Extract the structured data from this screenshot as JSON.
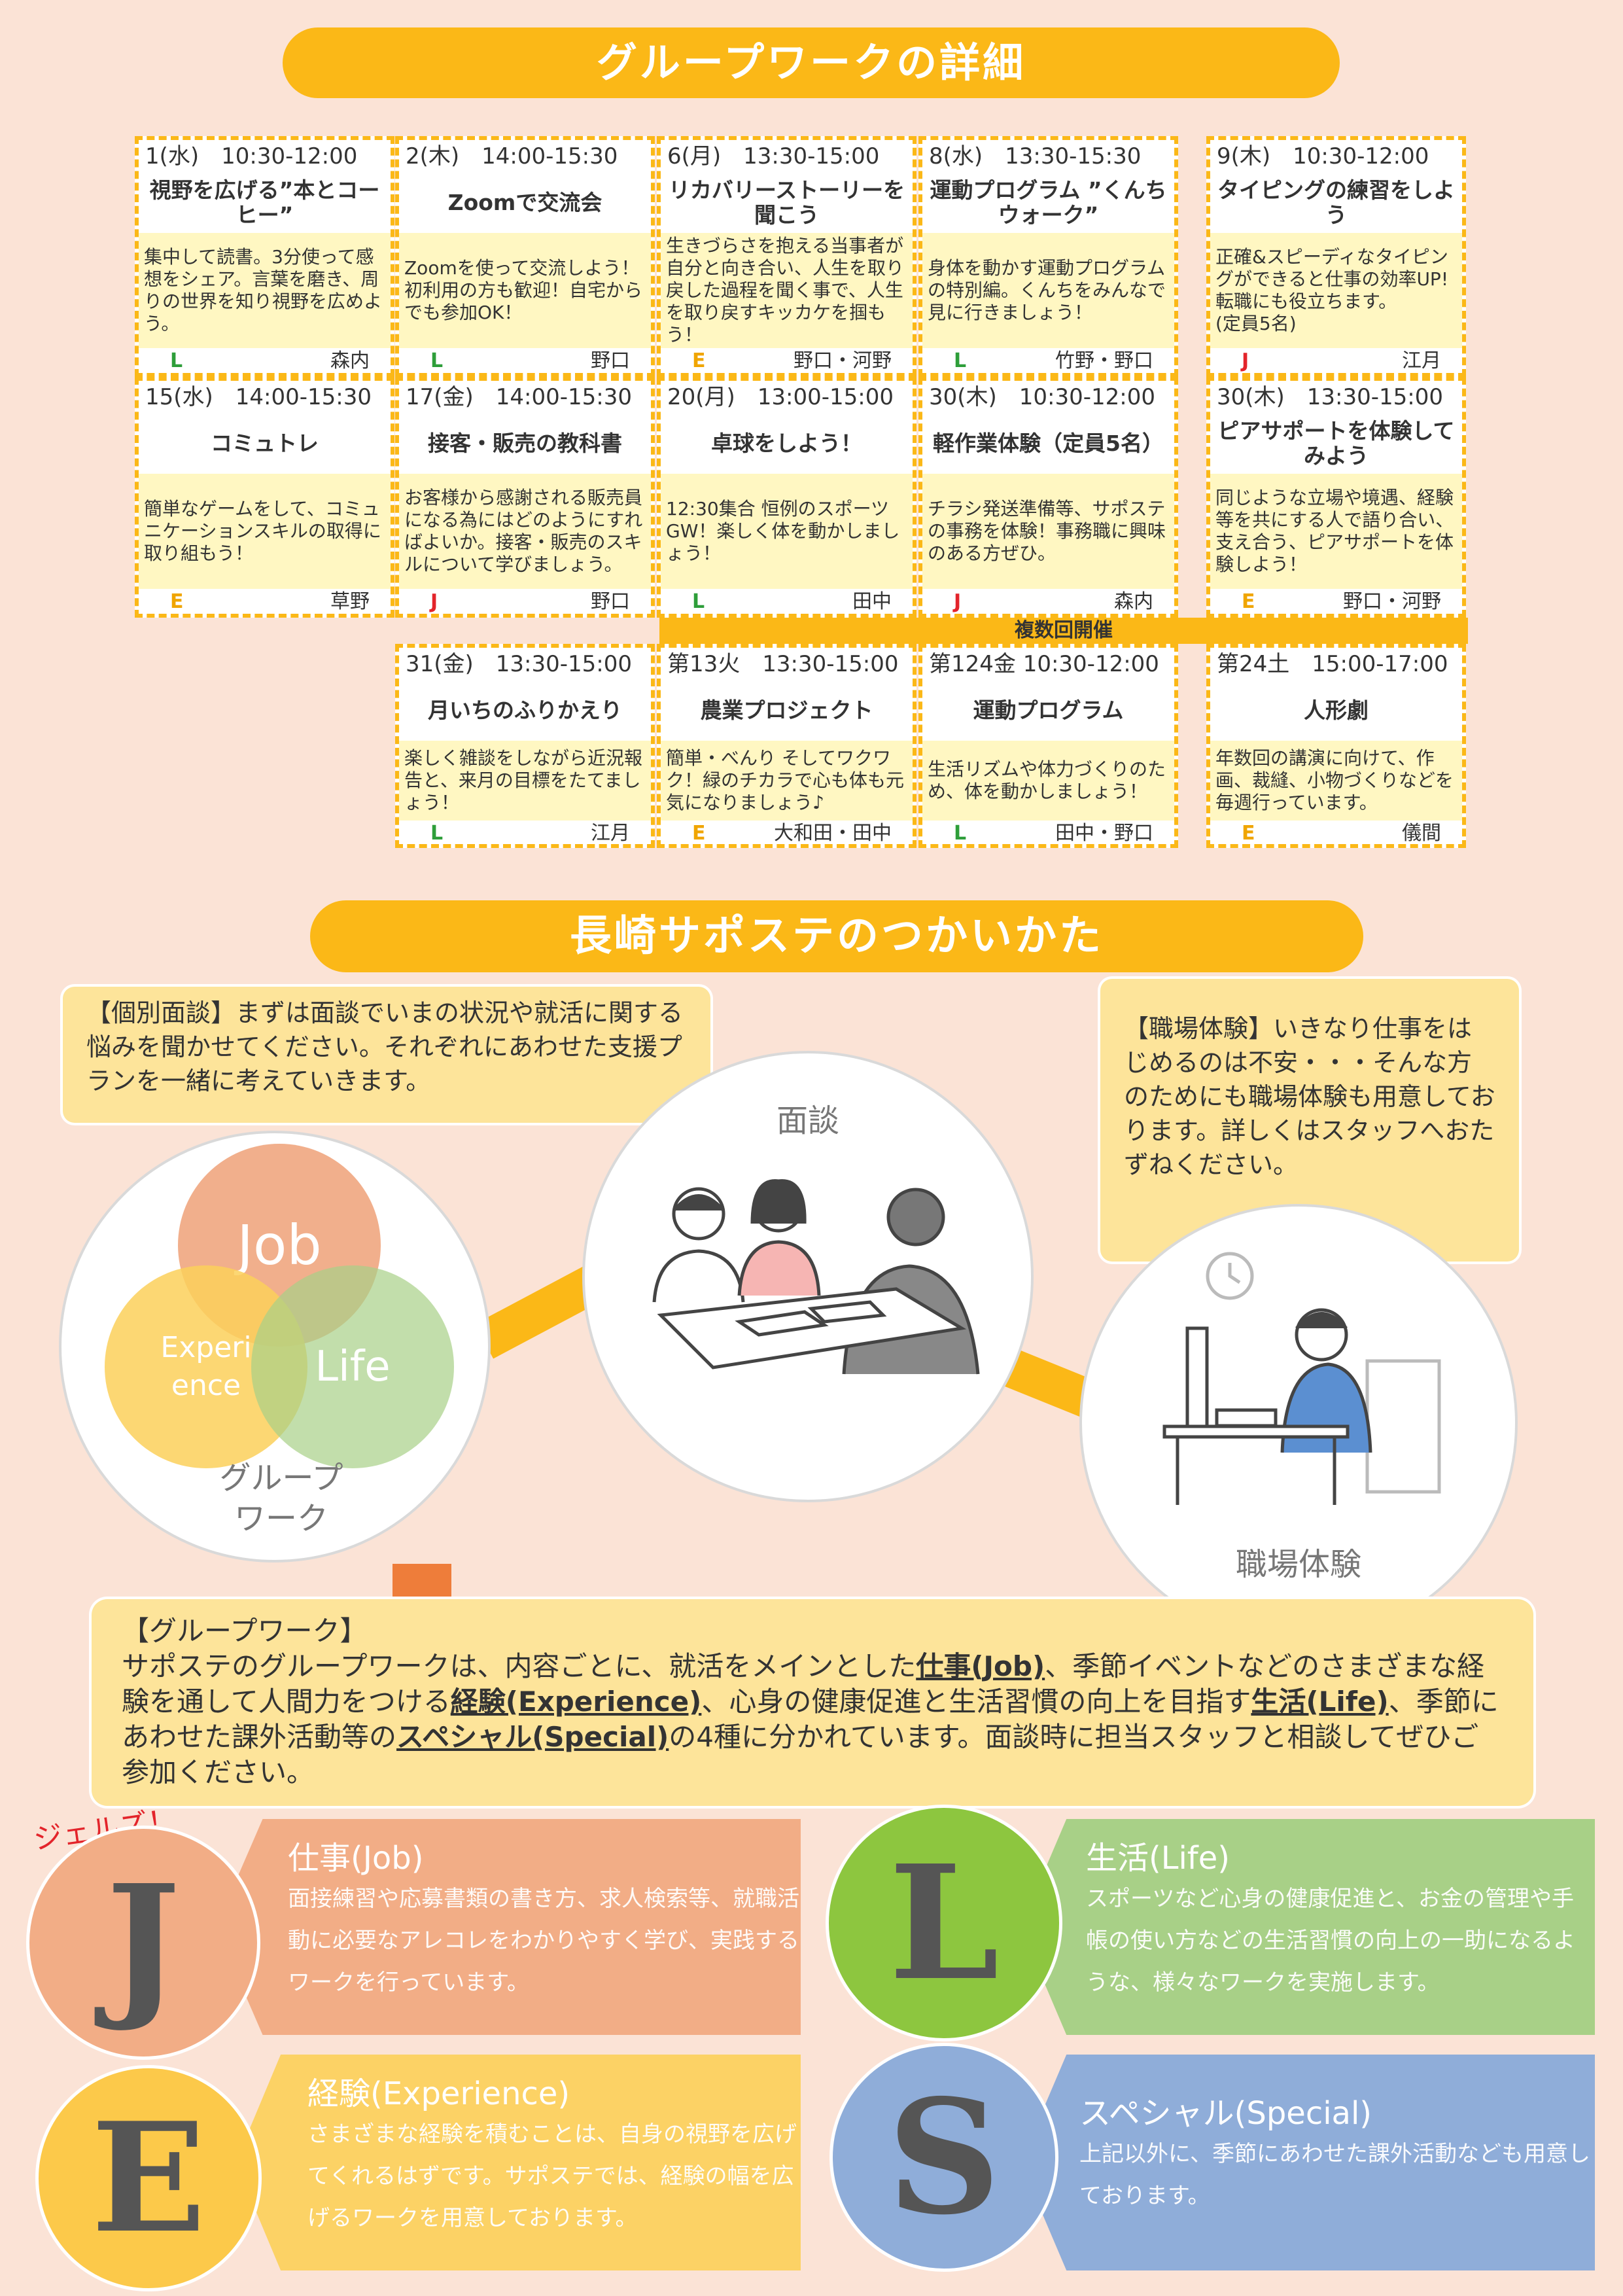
{
  "sections": {
    "schedule_title": "グループワークの詳細",
    "howto_title": "長崎サポステのつかいかた"
  },
  "schedule": [
    {
      "date": "1(水)　10:30-12:00",
      "title": "視野を広げる”本とコーヒー”",
      "desc": "集中して読書。3分使って感想をシェア。言葉を磨き、周りの世界を知り視野を広めよう。",
      "cat": "L",
      "staff": "森内"
    },
    {
      "date": "2(木)　14:00-15:30",
      "title": "Zoomで交流会",
      "desc": "Zoomを使って交流しよう！初利用の方も歓迎！自宅からでも参加OK！",
      "cat": "L",
      "staff": "野口"
    },
    {
      "date": "6(月)　13:30-15:00",
      "title": "リカバリーストーリーを聞こう",
      "desc": "生きづらさを抱える当事者が自分と向き合い、人生を取り戻した過程を聞く事で、人生を取り戻すキッカケを掴もう！",
      "cat": "E",
      "staff": "野口・河野"
    },
    {
      "date": "8(水)　13:30-15:30",
      "title": "運動プログラム ”くんちウォーク”",
      "desc": "身体を動かす運動プログラムの特別編。くんちをみんなで見に行きましょう！",
      "cat": "L",
      "staff": "竹野・野口"
    },
    {
      "date": "9(木)　10:30-12:00",
      "title": "タイピングの練習をしよう",
      "desc": "正確&スピーディなタイピングができると仕事の効率UP!転職にも役立ちます。",
      "extra": "(定員5名)",
      "cat": "J",
      "staff": "江月"
    },
    {
      "date": "15(水)　14:00-15:30",
      "title": "コミュトレ",
      "desc": "簡単なゲームをして、コミュニケーションスキルの取得に取り組もう！",
      "cat": "E",
      "staff": "草野"
    },
    {
      "date": "17(金)　14:00-15:30",
      "title": "接客・販売の教科書",
      "desc": "お客様から感謝される販売員になる為にはどのようにすればよいか。接客・販売のスキルについて学びましょう。",
      "cat": "J",
      "staff": "野口"
    },
    {
      "date": "20(月)　13:00-15:00",
      "title": "卓球をしよう！",
      "desc": "12:30集合 恒例のスポーツGW！楽しく体を動かしましょう！",
      "cat": "L",
      "staff": "田中"
    },
    {
      "date": "30(木)　10:30-12:00",
      "title": "軽作業体験（定員5名）",
      "desc": "チラシ発送準備等、サポステの事務を体験！事務職に興味のある方ぜひ。",
      "cat": "J",
      "staff": "森内"
    },
    {
      "date": "30(木)　13:30-15:00",
      "title": "ピアサポートを体験してみよう",
      "desc": "同じような立場や境遇、経験等を共にする人で語り合い、支え合う、ピアサポートを体験しよう！",
      "cat": "E",
      "staff": "野口・河野"
    },
    {
      "date": "31(金)　13:30-15:00",
      "title": "月いちのふりかえり",
      "desc": "楽しく雑談をしながら近況報告と、来月の目標をたてましょう！",
      "cat": "L",
      "staff": "江月"
    },
    {
      "date": "第13火　13:30-15:00",
      "title": "農業プロジェクト",
      "desc": "簡単・べんり そしてワクワク！緑のチカラで心も体も元気になりましょう♪",
      "cat": "E",
      "staff": "大和田・田中"
    },
    {
      "date": "第124金 10:30-12:00",
      "title": "運動プログラム",
      "desc": "生活リズムや体力づくりのため、体を動かしましょう！",
      "cat": "L",
      "staff": "田中・野口"
    },
    {
      "date": "第24土　15:00-17:00",
      "title": "人形劇",
      "desc": "年数回の講演に向けて、作画、裁縫、小物づくりなどを毎週行っています。",
      "cat": "E",
      "staff": "儀間"
    }
  ],
  "multi_label": "複数回開催",
  "notes": {
    "interview": "【個別面談】まずは面談でいまの状況や就活に関する悩みを聞かせてください。それぞれにあわせた支援プランを一緒に考えていきます。",
    "workplace": "【職場体験】いきなり仕事をはじめるのは不安・・・そんな方のためにも職場体験も用意しております。詳しくはスタッフへおたずねください。"
  },
  "venn": {
    "job": "Job",
    "experience_1": "Experi",
    "experience_2": "ence",
    "life": "Life",
    "caption_1": "グループ",
    "caption_2": "ワーク"
  },
  "circle_labels": {
    "interview": "面談",
    "workplace": "職場体験"
  },
  "groupwork": {
    "heading": "【グループワーク】",
    "t1": "サポステのグループワークは、内容ごとに、就活をメインとした",
    "k1": "仕事(Job)",
    "t2": "、季節イベントなどのさまざまな経験を通して人間力をつける",
    "k2": "経験(Experience)",
    "t3": "、心身の健康促進と生活習慣の向上を目指す",
    "k3": "生活(Life)",
    "t4": "、季節にあわせた課外活動等の",
    "k4": "スペシャル(Special)",
    "t5": "の4種に分かれています。面談時に担当スタッフと相談してぜひご参加ください。"
  },
  "jels_label": "ジェルズ！",
  "categories": [
    {
      "letter": "J",
      "title": "仕事(Job)",
      "desc": "面接練習や応募書類の書き方、求人検索等、就職活動に必要なアレコレをわかりやすく学び、実践するワークを行っています。"
    },
    {
      "letter": "L",
      "title": "生活(Life)",
      "desc": "スポーツなど心身の健康促進と、お金の管理や手帳の使い方などの生活習慣の向上の一助になるような、様々なワークを実施します。"
    },
    {
      "letter": "E",
      "title": "経験(Experience)",
      "desc": "さまざまな経験を積むことは、自身の視野を広げてくれるはずです。サポステでは、経験の幅を広げるワークを用意しております。"
    },
    {
      "letter": "S",
      "title": "スペシャル(Special)",
      "desc": "上記以外に、季節にあわせた課外活動なども用意しております。"
    }
  ],
  "colors": {
    "yellow": "#fbb817",
    "job": "#f2ad86",
    "life": "#a8d087",
    "experience": "#fcd265",
    "special": "#8fadd9",
    "cat_L": "#2e9e3a",
    "cat_E": "#f0a500",
    "cat_J": "#e3242b"
  }
}
